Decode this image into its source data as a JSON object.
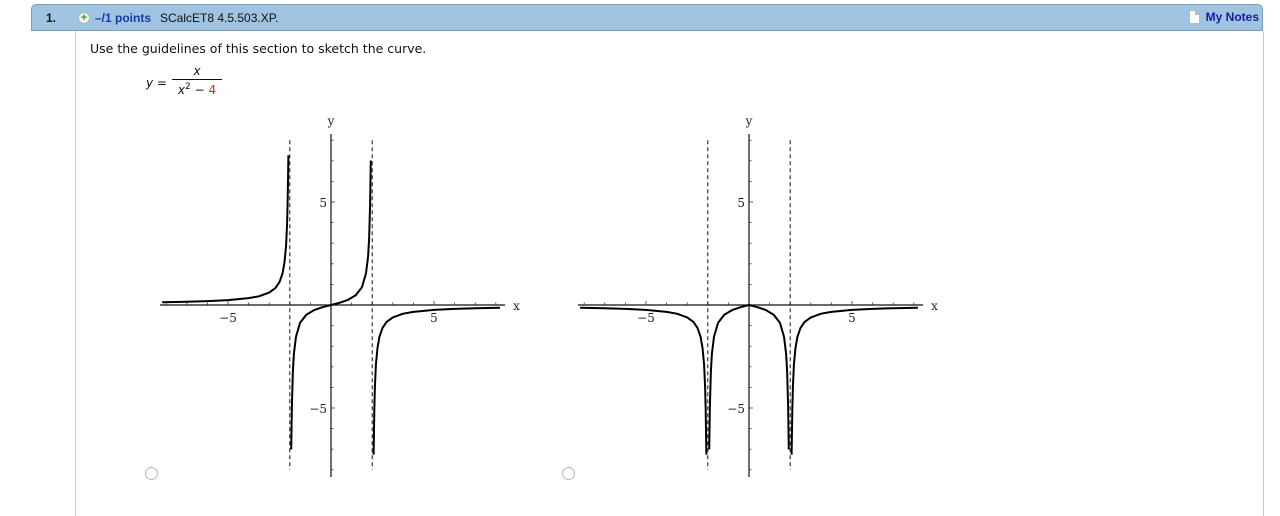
{
  "question": {
    "number": "1.",
    "points": "–/1 points",
    "source": "SCalcET8 4.5.503.XP.",
    "my_notes": "My Notes",
    "prompt": "Use the guidelines of this section to sketch the curve.",
    "equation": {
      "lhs": "y =",
      "numerator": "x",
      "den_var": "x",
      "den_exp": "2",
      "den_op": " − ",
      "den_const": "4"
    }
  },
  "colors": {
    "header_bg": "#9fc3e1",
    "points_link": "#1a3aa8",
    "constant_red": "#d42a1e"
  },
  "options": [
    {
      "id": "option-a",
      "selected": false
    },
    {
      "id": "option-b",
      "selected": false
    }
  ],
  "chart_data": [
    {
      "type": "line",
      "title": "",
      "xlabel": "x",
      "ylabel": "y",
      "xlim": [
        -8.3,
        8.45
      ],
      "ylim": [
        -8.35,
        8.3
      ],
      "x_tick_labels": [
        "−5",
        "5"
      ],
      "y_tick_labels": [
        "5",
        "−5"
      ],
      "ticks_every": 1,
      "grid": false,
      "asymptotes": {
        "vertical": [
          -2,
          2
        ],
        "style": "dashed"
      },
      "description": "Option A: curve y = x/(4 − x²)",
      "series": [
        {
          "name": "left-branch",
          "x": [
            -8.2,
            -7,
            -6,
            -5,
            -4,
            -3.5,
            -3,
            -2.7,
            -2.5,
            -2.35,
            -2.25,
            -2.18,
            -2.13,
            -2.1,
            -2.07
          ],
          "y": [
            0.13,
            0.156,
            0.1875,
            0.238,
            0.333,
            0.424,
            0.6,
            0.821,
            1.111,
            1.544,
            2.118,
            2.897,
            3.967,
            5.122,
            7.266
          ]
        },
        {
          "name": "middle-branch",
          "x": [
            -1.93,
            -1.9,
            -1.85,
            -1.8,
            -1.7,
            -1.5,
            -1.2,
            -0.8,
            -0.4,
            0,
            0.4,
            0.8,
            1.2,
            1.5,
            1.7,
            1.8,
            1.85,
            1.9,
            1.93
          ],
          "y": [
            -7.016,
            -4.872,
            -3.203,
            -2.368,
            -1.532,
            -0.857,
            -0.469,
            -0.238,
            -0.104,
            0,
            0.104,
            0.238,
            0.469,
            0.857,
            1.532,
            2.368,
            3.203,
            4.872,
            7.016
          ]
        },
        {
          "name": "right-branch",
          "x": [
            2.07,
            2.1,
            2.13,
            2.18,
            2.25,
            2.35,
            2.5,
            2.7,
            3,
            3.5,
            4,
            5,
            6,
            7,
            8.2
          ],
          "y": [
            -7.266,
            -5.122,
            -3.967,
            -2.897,
            -2.118,
            -1.544,
            -1.111,
            -0.821,
            -0.6,
            -0.424,
            -0.333,
            -0.238,
            -0.1875,
            -0.156,
            -0.13
          ]
        }
      ]
    },
    {
      "type": "line",
      "title": "",
      "xlabel": "x",
      "ylabel": "y",
      "xlim": [
        -8.3,
        8.45
      ],
      "ylim": [
        -8.35,
        8.3
      ],
      "x_tick_labels": [
        "−5",
        "5"
      ],
      "y_tick_labels": [
        "5",
        "−5"
      ],
      "ticks_every": 1,
      "grid": false,
      "asymptotes": {
        "vertical": [
          -2,
          2
        ],
        "style": "dashed"
      },
      "description": "Option B: curve y = −|x/(x² − 4)|",
      "series": [
        {
          "name": "left-branch",
          "x": [
            -8.2,
            -7,
            -6,
            -5,
            -4,
            -3.5,
            -3,
            -2.7,
            -2.5,
            -2.35,
            -2.25,
            -2.18,
            -2.13,
            -2.1,
            -2.07
          ],
          "y": [
            -0.13,
            -0.156,
            -0.1875,
            -0.238,
            -0.333,
            -0.424,
            -0.6,
            -0.821,
            -1.111,
            -1.544,
            -2.118,
            -2.897,
            -3.967,
            -5.122,
            -7.266
          ]
        },
        {
          "name": "middle-branch",
          "x": [
            -1.93,
            -1.9,
            -1.85,
            -1.8,
            -1.7,
            -1.5,
            -1.2,
            -0.8,
            -0.4,
            0,
            0.4,
            0.8,
            1.2,
            1.5,
            1.7,
            1.8,
            1.85,
            1.9,
            1.93
          ],
          "y": [
            -7.016,
            -4.872,
            -3.203,
            -2.368,
            -1.532,
            -0.857,
            -0.469,
            -0.238,
            -0.104,
            0,
            -0.104,
            -0.238,
            -0.469,
            -0.857,
            -1.532,
            -2.368,
            -3.203,
            -4.872,
            -7.016
          ]
        },
        {
          "name": "right-branch",
          "x": [
            2.07,
            2.1,
            2.13,
            2.18,
            2.25,
            2.35,
            2.5,
            2.7,
            3,
            3.5,
            4,
            5,
            6,
            7,
            8.2
          ],
          "y": [
            -7.266,
            -5.122,
            -3.967,
            -2.897,
            -2.118,
            -1.544,
            -1.111,
            -0.821,
            -0.6,
            -0.424,
            -0.333,
            -0.238,
            -0.1875,
            -0.156,
            -0.13
          ]
        }
      ]
    }
  ]
}
